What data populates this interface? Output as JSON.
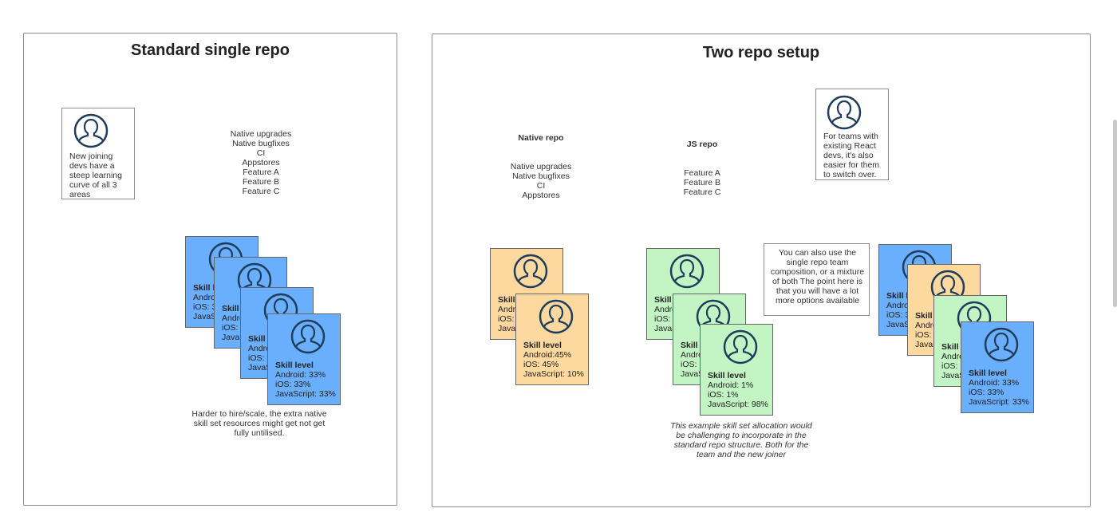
{
  "left_panel": {
    "title": "Standard single repo",
    "joiner_note": "New joining devs have a steep learning curve of all 3 areas",
    "repo_lines": [
      "Native upgrades",
      "Native bugfixes",
      "CI",
      "Appstores",
      "Feature A",
      "Feature B",
      "Feature C"
    ],
    "cards": [
      {
        "color": "blue",
        "title": "Skill level",
        "lines": [
          "Android: 33%",
          "iOS: 33%",
          "JavaScript: 33%"
        ]
      },
      {
        "color": "blue",
        "title": "Skill level",
        "lines": [
          "Android: 33%",
          "iOS: 33%",
          "JavaScript: 33%"
        ]
      },
      {
        "color": "blue",
        "title": "Skill level",
        "lines": [
          "Android: 33%",
          "iOS: 33%",
          "JavaScript: 33%"
        ]
      },
      {
        "color": "blue",
        "title": "Skill level",
        "lines": [
          "Android: 33%",
          "iOS: 33%",
          "JavaScript: 33%"
        ]
      }
    ],
    "bottom_note": "Harder to hire/scale, the extra native skill set resources might get not get fully untilised."
  },
  "right_panel": {
    "title": "Two repo setup",
    "native_repo": {
      "title": "Native repo",
      "lines": [
        "Native upgrades",
        "Native bugfixes",
        "CI",
        "Appstores"
      ]
    },
    "js_repo": {
      "title": "JS repo",
      "lines": [
        "Feature A",
        "Feature B",
        "Feature C"
      ]
    },
    "react_note": "For teams with existing React devs, it's also easier for them to switch over.",
    "options_note": "You can also use the single repo team composition, or a mixture of both The point here is that you will have a lot more options available",
    "native_cards": [
      {
        "color": "orange",
        "title": "Skill level",
        "lines": [
          "Android:45%",
          "iOS: 45%",
          "JavaScript: 10%"
        ]
      },
      {
        "color": "orange",
        "title": "Skill level",
        "lines": [
          "Android:45%",
          "iOS: 45%",
          "JavaScript: 10%"
        ]
      }
    ],
    "js_cards": [
      {
        "color": "green",
        "title": "Skill level",
        "lines": [
          "Android: 1%",
          "iOS: 1%",
          "JavaScript: 98%"
        ]
      },
      {
        "color": "green",
        "title": "Skill level",
        "lines": [
          "Android: 1%",
          "iOS: 1%",
          "JavaScript: 98%"
        ]
      },
      {
        "color": "green",
        "title": "Skill level",
        "lines": [
          "Android: 1%",
          "iOS: 1%",
          "JavaScript: 98%"
        ]
      }
    ],
    "mixed_cards": [
      {
        "color": "blue",
        "title": "Skill level",
        "lines": [
          "Android: 33%",
          "iOS: 33%",
          "JavaScript: 33%"
        ]
      },
      {
        "color": "orange",
        "title": "Skill level",
        "lines": [
          "Android:45%",
          "iOS: 45%",
          "JavaScript: 10%"
        ]
      },
      {
        "color": "green",
        "title": "Skill level",
        "lines": [
          "Android: 1%",
          "iOS: 1%",
          "JavaScript: 98%"
        ]
      },
      {
        "color": "blue",
        "title": "Skill level",
        "lines": [
          "Android: 33%",
          "iOS: 33%",
          "JavaScript: 33%"
        ]
      }
    ],
    "bottom_note": "This example skill set allocation would be challenging to incorporate in the standard repo structure. Both for the team and the new joiner"
  },
  "colors": {
    "blue": "#6aaefe",
    "orange": "#fdd9a0",
    "green": "#c3f5c4",
    "icon": "#1f3d5a",
    "line": "#555555"
  },
  "icons": {
    "person": "person-icon"
  }
}
